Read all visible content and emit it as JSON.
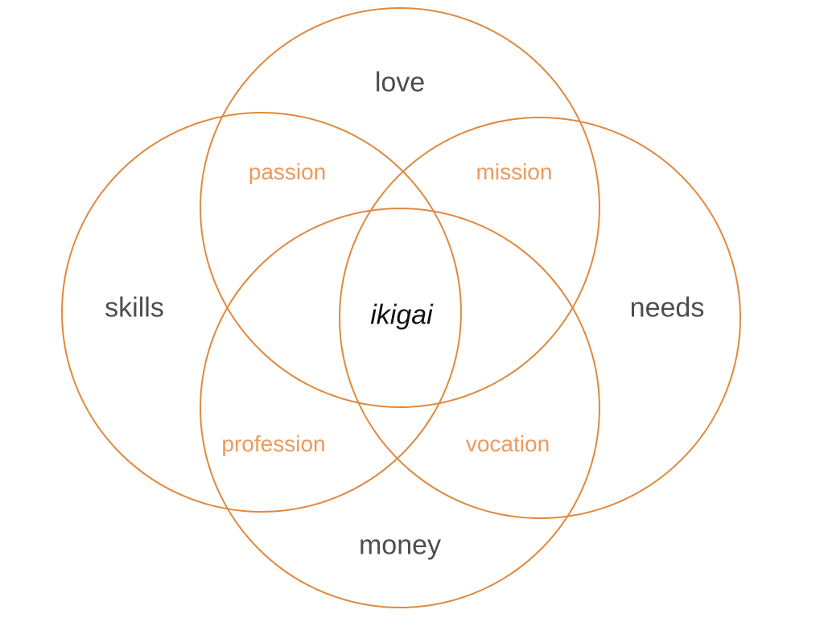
{
  "colors": {
    "circle_stroke": "#e0893f",
    "overlap_text": "#ec9a5c",
    "main_text": "#4d4d4d"
  },
  "circles": {
    "top": "love",
    "left": "skills",
    "right": "needs",
    "bottom": "money"
  },
  "overlaps": {
    "top_left": "passion",
    "top_right": "mission",
    "bottom_left": "profession",
    "bottom_right": "vocation"
  },
  "center": "ikigai"
}
